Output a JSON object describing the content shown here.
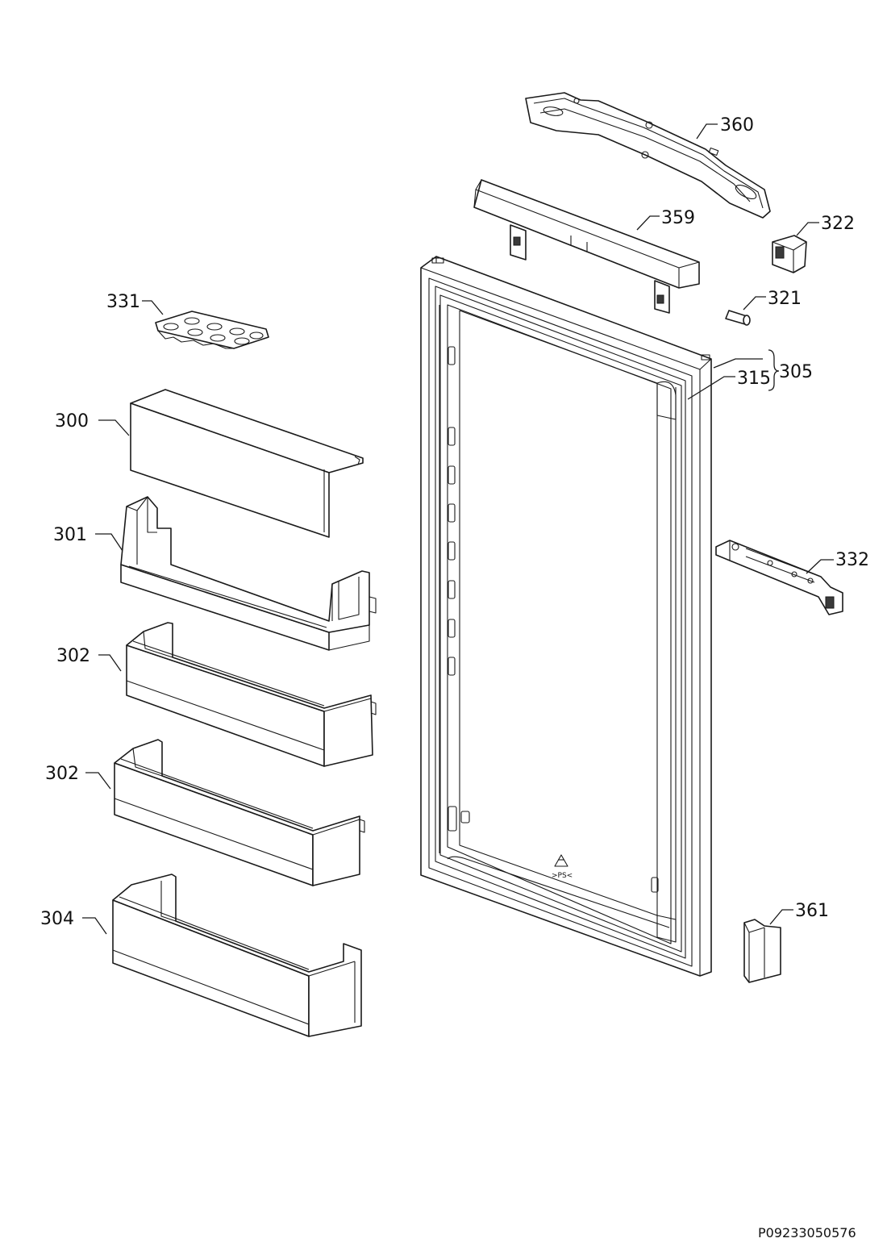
{
  "callouts": {
    "c360": "360",
    "c359": "359",
    "c322": "322",
    "c321": "321",
    "c331": "331",
    "c305": "305",
    "c315": "315",
    "c300": "300",
    "c301": "301",
    "c332": "332",
    "c302a": "302",
    "c302b": "302",
    "c304": "304",
    "c361": "361"
  },
  "recycle_mark": ">PS<",
  "document_id": "P09233050576",
  "colors": {
    "line": "#1a1a1a",
    "background": "#ffffff"
  }
}
